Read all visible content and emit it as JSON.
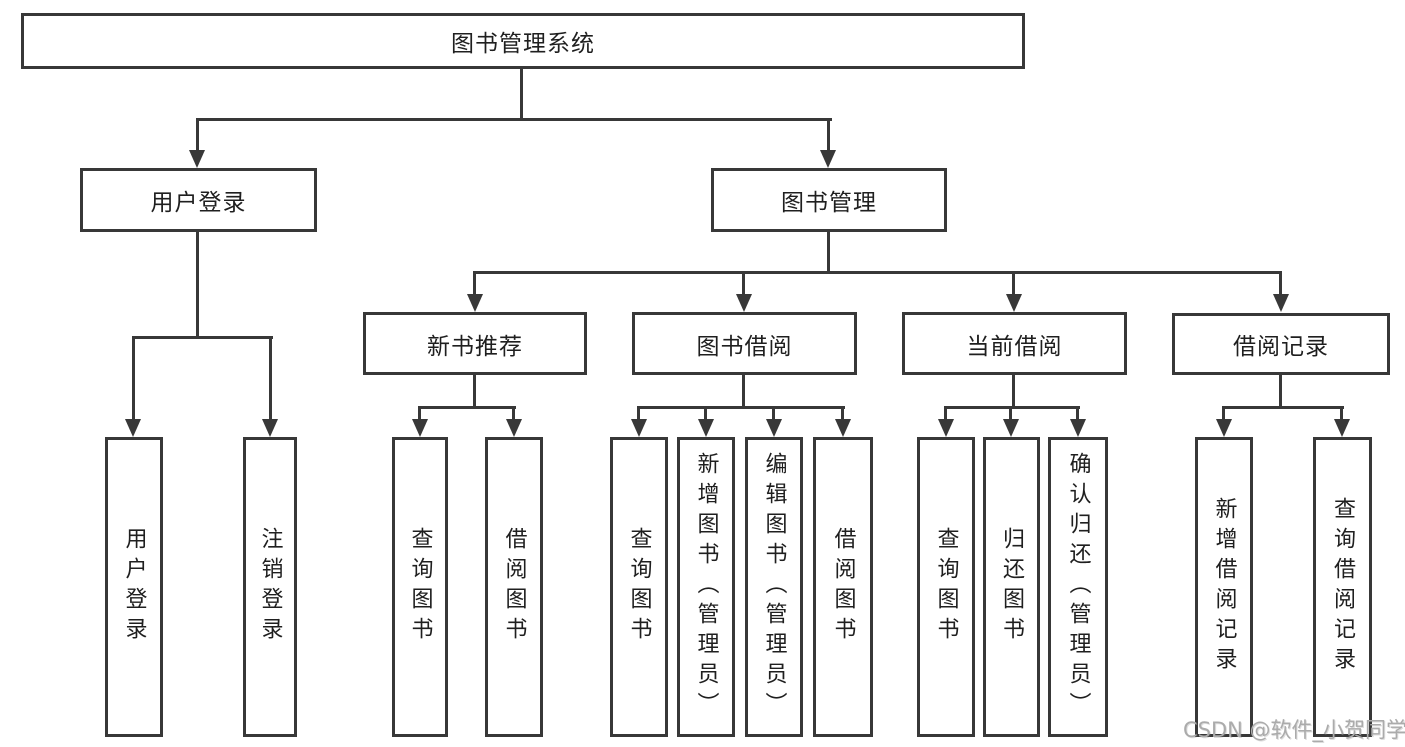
{
  "diagram": {
    "root": "图书管理系统",
    "branches": [
      {
        "label": "用户登录",
        "children": [
          "用户登录",
          "注销登录"
        ]
      },
      {
        "label": "图书管理",
        "groups": [
          {
            "label": "新书推荐",
            "children": [
              "查询图书",
              "借阅图书"
            ]
          },
          {
            "label": "图书借阅",
            "children": [
              "查询图书",
              "新增图书（管理员）",
              "编辑图书（管理员）",
              "借阅图书"
            ]
          },
          {
            "label": "当前借阅",
            "children": [
              "查询图书",
              "归还图书",
              "确认归还（管理员）"
            ]
          },
          {
            "label": "借阅记录",
            "children": [
              "新增借阅记录",
              "查询借阅记录"
            ]
          }
        ]
      }
    ]
  },
  "watermark": "CSDN @软件_小贺同学",
  "colors": {
    "line": "#383838",
    "text": "#1f1f1f",
    "watermark": "#ababab",
    "background": "#ffffff"
  }
}
